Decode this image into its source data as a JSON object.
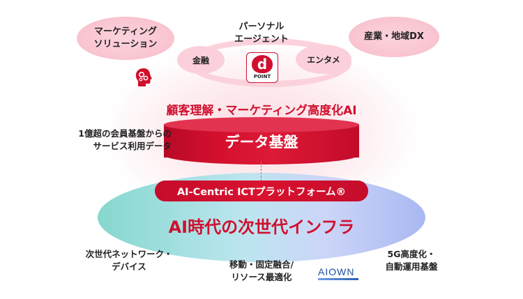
{
  "services": {
    "marketing": "マーケティング\nソリューション",
    "personal_agent": "パーソナル\nエージェント",
    "industry": "産業・地域DX",
    "finance": "金融",
    "entertainment": "エンタメ",
    "dpoint_letter": "d",
    "dpoint_label": "POINT"
  },
  "data_layer": {
    "headline": "顧客理解・マーケティング高度化AI",
    "cylinder_label": "データ基盤",
    "side_note": "1億超の会員基盤からの\nサービス利用データ"
  },
  "infra": {
    "platform_label": "AI-Centric ICTプラットフォーム®",
    "main_label": "AI時代の次世代インフラ",
    "network": "次世代ネットワーク・\nデバイス",
    "fixed_mobile": "移動・固定融合/\nリソース最適化",
    "fiveg": "5G高度化・\n自動運用基盤",
    "aiown_logo": "AIOWN"
  },
  "colors": {
    "accent_red": "#d0102e",
    "infra_teal": "#7fd6cb",
    "infra_blue": "#9fb4f2"
  }
}
